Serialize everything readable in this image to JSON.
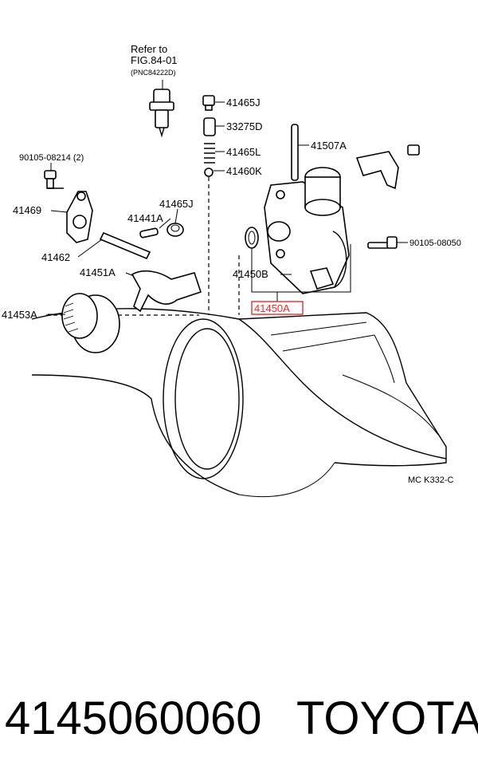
{
  "diagram": {
    "refer_note": {
      "line1": "Refer to",
      "line2": "FIG.84-01",
      "line3": "(PNC84222D)"
    },
    "labels": {
      "p41465J_top": "41465J",
      "p33275D": "33275D",
      "p41465L": "41465L",
      "p41460K": "41460K",
      "p41507A": "41507A",
      "p90105_08214": "90105-08214 (2)",
      "p41469": "41469",
      "p41465J_mid": "41465J",
      "p41441A": "41441A",
      "p41462": "41462",
      "p41451A": "41451A",
      "p41453A": "41453A",
      "p41450B": "41450B",
      "p41450A": "41450A",
      "p90105_08050": "90105-08050",
      "code": "MC K332-C"
    },
    "highlight_color": "#e03030"
  },
  "footer": {
    "part_number": "4145060060",
    "brand": "TOYOTA"
  }
}
